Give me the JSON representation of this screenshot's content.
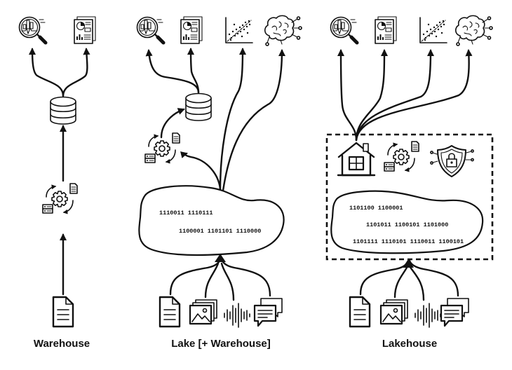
{
  "columns": [
    {
      "id": "warehouse",
      "caption": "Warehouse",
      "outputs": [
        "analytics-icon",
        "report-icon"
      ],
      "sources": [
        "document-icon"
      ],
      "binary_lines": []
    },
    {
      "id": "lake",
      "caption": "Lake [+ Warehouse]",
      "outputs": [
        "analytics-icon",
        "report-icon",
        "scatter-plot-icon",
        "brain-ai-icon"
      ],
      "sources": [
        "document-icon",
        "images-icon",
        "audio-waveform-icon",
        "chat-icon"
      ],
      "binary_lines": [
        "1110011 1110111",
        "1100001 1101101 1110000"
      ]
    },
    {
      "id": "lakehouse",
      "caption": "Lakehouse",
      "outputs": [
        "analytics-icon",
        "report-icon",
        "scatter-plot-icon",
        "brain-ai-icon"
      ],
      "sources": [
        "document-icon",
        "images-icon",
        "audio-waveform-icon",
        "chat-icon"
      ],
      "binary_lines": [
        "1101100 1100001",
        "1101011 1100101 1101000",
        "1101111 1110101 1110011 1100101"
      ],
      "layer_icons": [
        "house-icon",
        "etl-process-icon",
        "security-shield-lock-icon"
      ]
    }
  ],
  "colors": {
    "stroke": "#111111",
    "background": "#ffffff"
  }
}
